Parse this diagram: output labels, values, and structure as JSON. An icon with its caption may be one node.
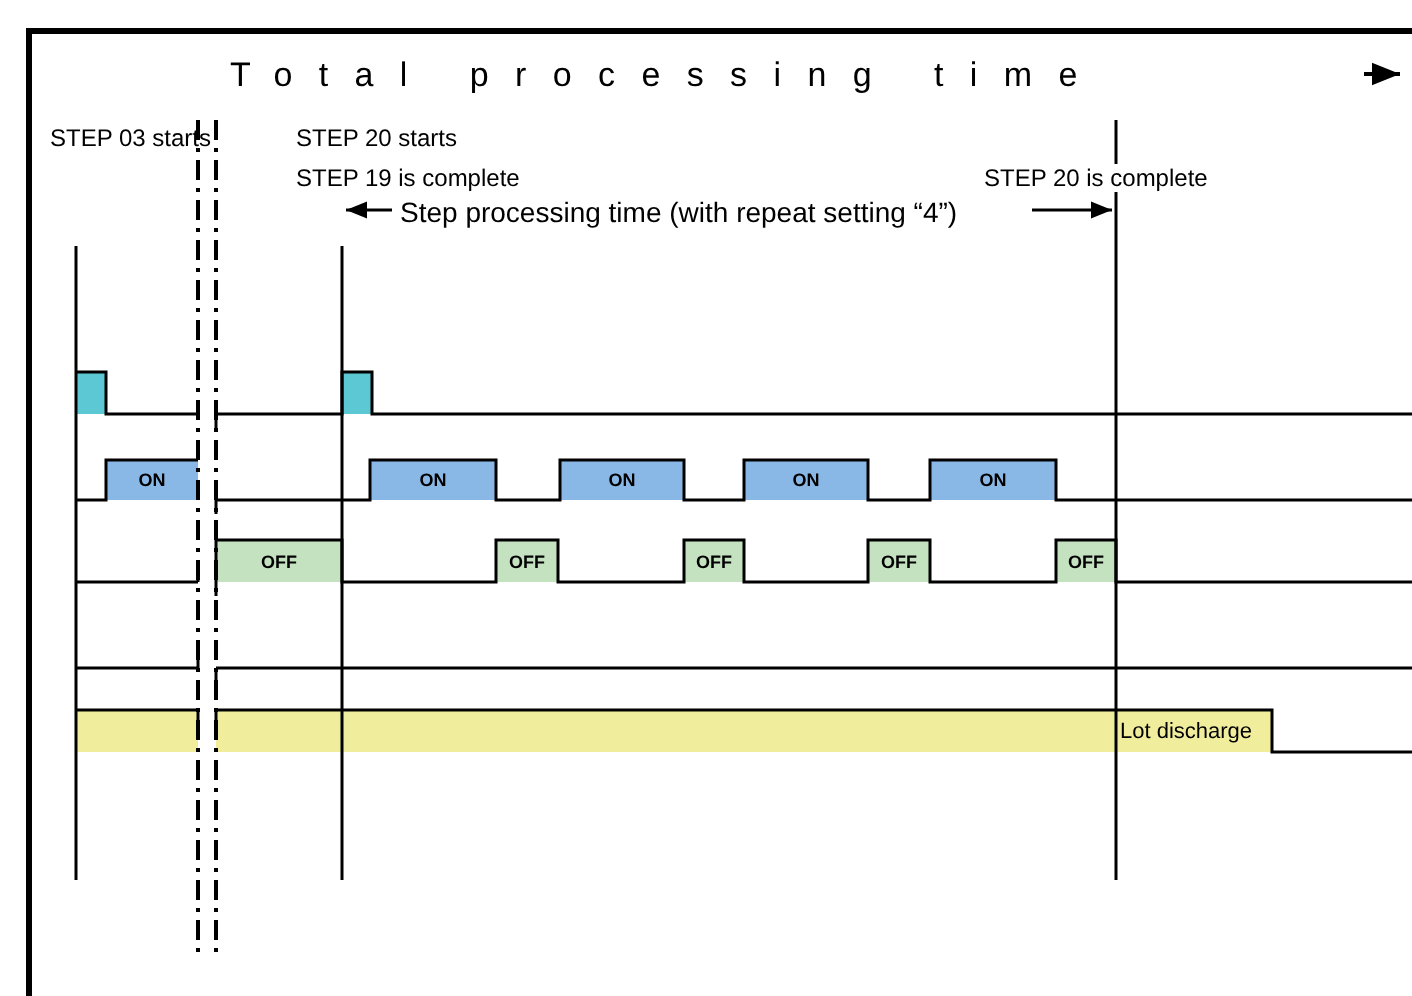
{
  "diagram": {
    "title": "Total processing time",
    "labels": [
      "STEP 03 starts",
      "STEP 20 starts",
      "STEP 19 is complete",
      "STEP 20 is complete",
      "Step processing time (with repeat setting “4”)",
      "ON",
      "ON",
      "ON",
      "ON",
      "ON",
      "OFF",
      "OFF",
      "OFF",
      "OFF",
      "OFF",
      "Lot discharge"
    ]
  }
}
